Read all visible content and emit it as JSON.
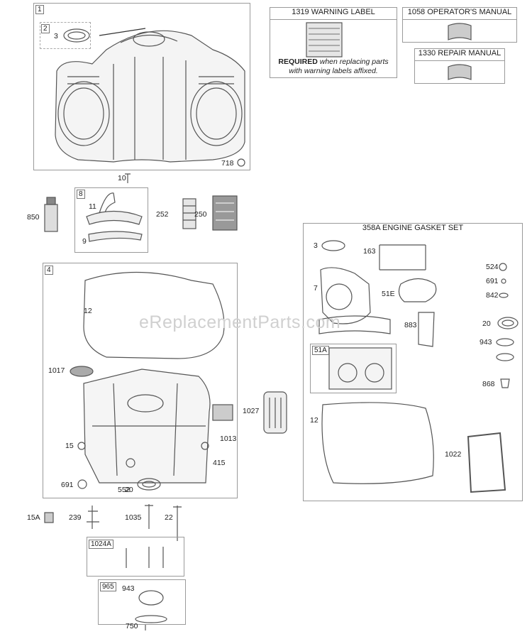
{
  "watermark": "eReplacementParts.com",
  "boxes": {
    "warning_label": {
      "title": "1319 WARNING LABEL",
      "note_bold": "REQUIRED",
      "note_text": " when replacing parts with warning labels affixed."
    },
    "operators_manual": {
      "title": "1058 OPERATOR'S MANUAL"
    },
    "repair_manual": {
      "title": "1330 REPAIR MANUAL"
    },
    "gasket_set": {
      "title": "358A ENGINE GASKET SET"
    }
  },
  "tags": {
    "t1": "1",
    "t2": "2",
    "t8": "8",
    "t4": "4",
    "t51a": "51A",
    "t1024a": "1024A",
    "t965": "965"
  },
  "callouts": {
    "c3a": "3",
    "c718": "718",
    "c10": "10",
    "c850": "850",
    "c11": "11",
    "c9": "9",
    "c252": "252",
    "c250": "250",
    "c12a": "12",
    "c1017": "1017",
    "c1027": "1027",
    "c1013": "1013",
    "c15": "15",
    "c415": "415",
    "c691a": "691",
    "c552": "552",
    "c20a": "20",
    "c15a": "15A",
    "c239": "239",
    "c1035": "1035",
    "c22": "22",
    "c943a": "943",
    "c750": "750",
    "c3b": "3",
    "c163": "163",
    "c7": "7",
    "c51e": "51E",
    "c883": "883",
    "c524": "524",
    "c691b": "691",
    "c842": "842",
    "c20b": "20",
    "c943b": "943",
    "c868": "868",
    "c12b": "12",
    "c1022": "1022"
  }
}
